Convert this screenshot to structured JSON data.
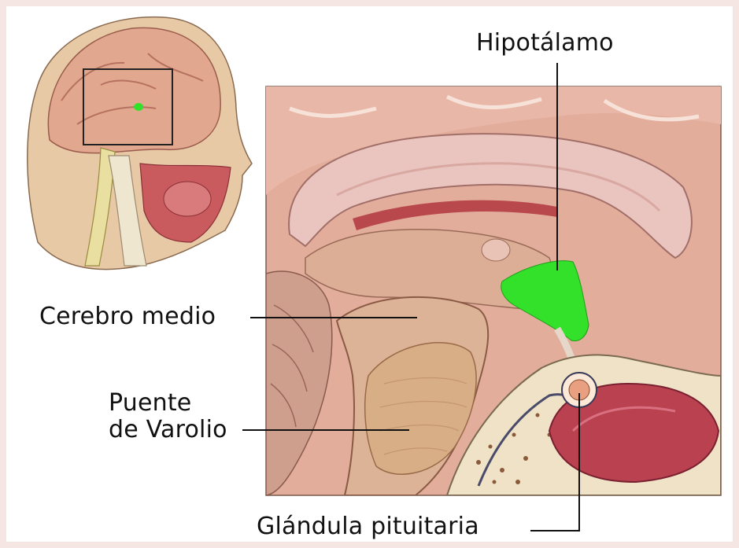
{
  "labels": {
    "hypothalamus": "Hipotálamo",
    "midbrain": "Cerebro medio",
    "pons_line1": "Puente",
    "pons_line2": "de Varolio",
    "pituitary": "Glándula pituitaria"
  },
  "colors": {
    "frame_background": "#f5e6e4",
    "highlight_green": "#33e02a",
    "brain_pink": "#e8b3a3",
    "tissue_red": "#c7575c"
  }
}
